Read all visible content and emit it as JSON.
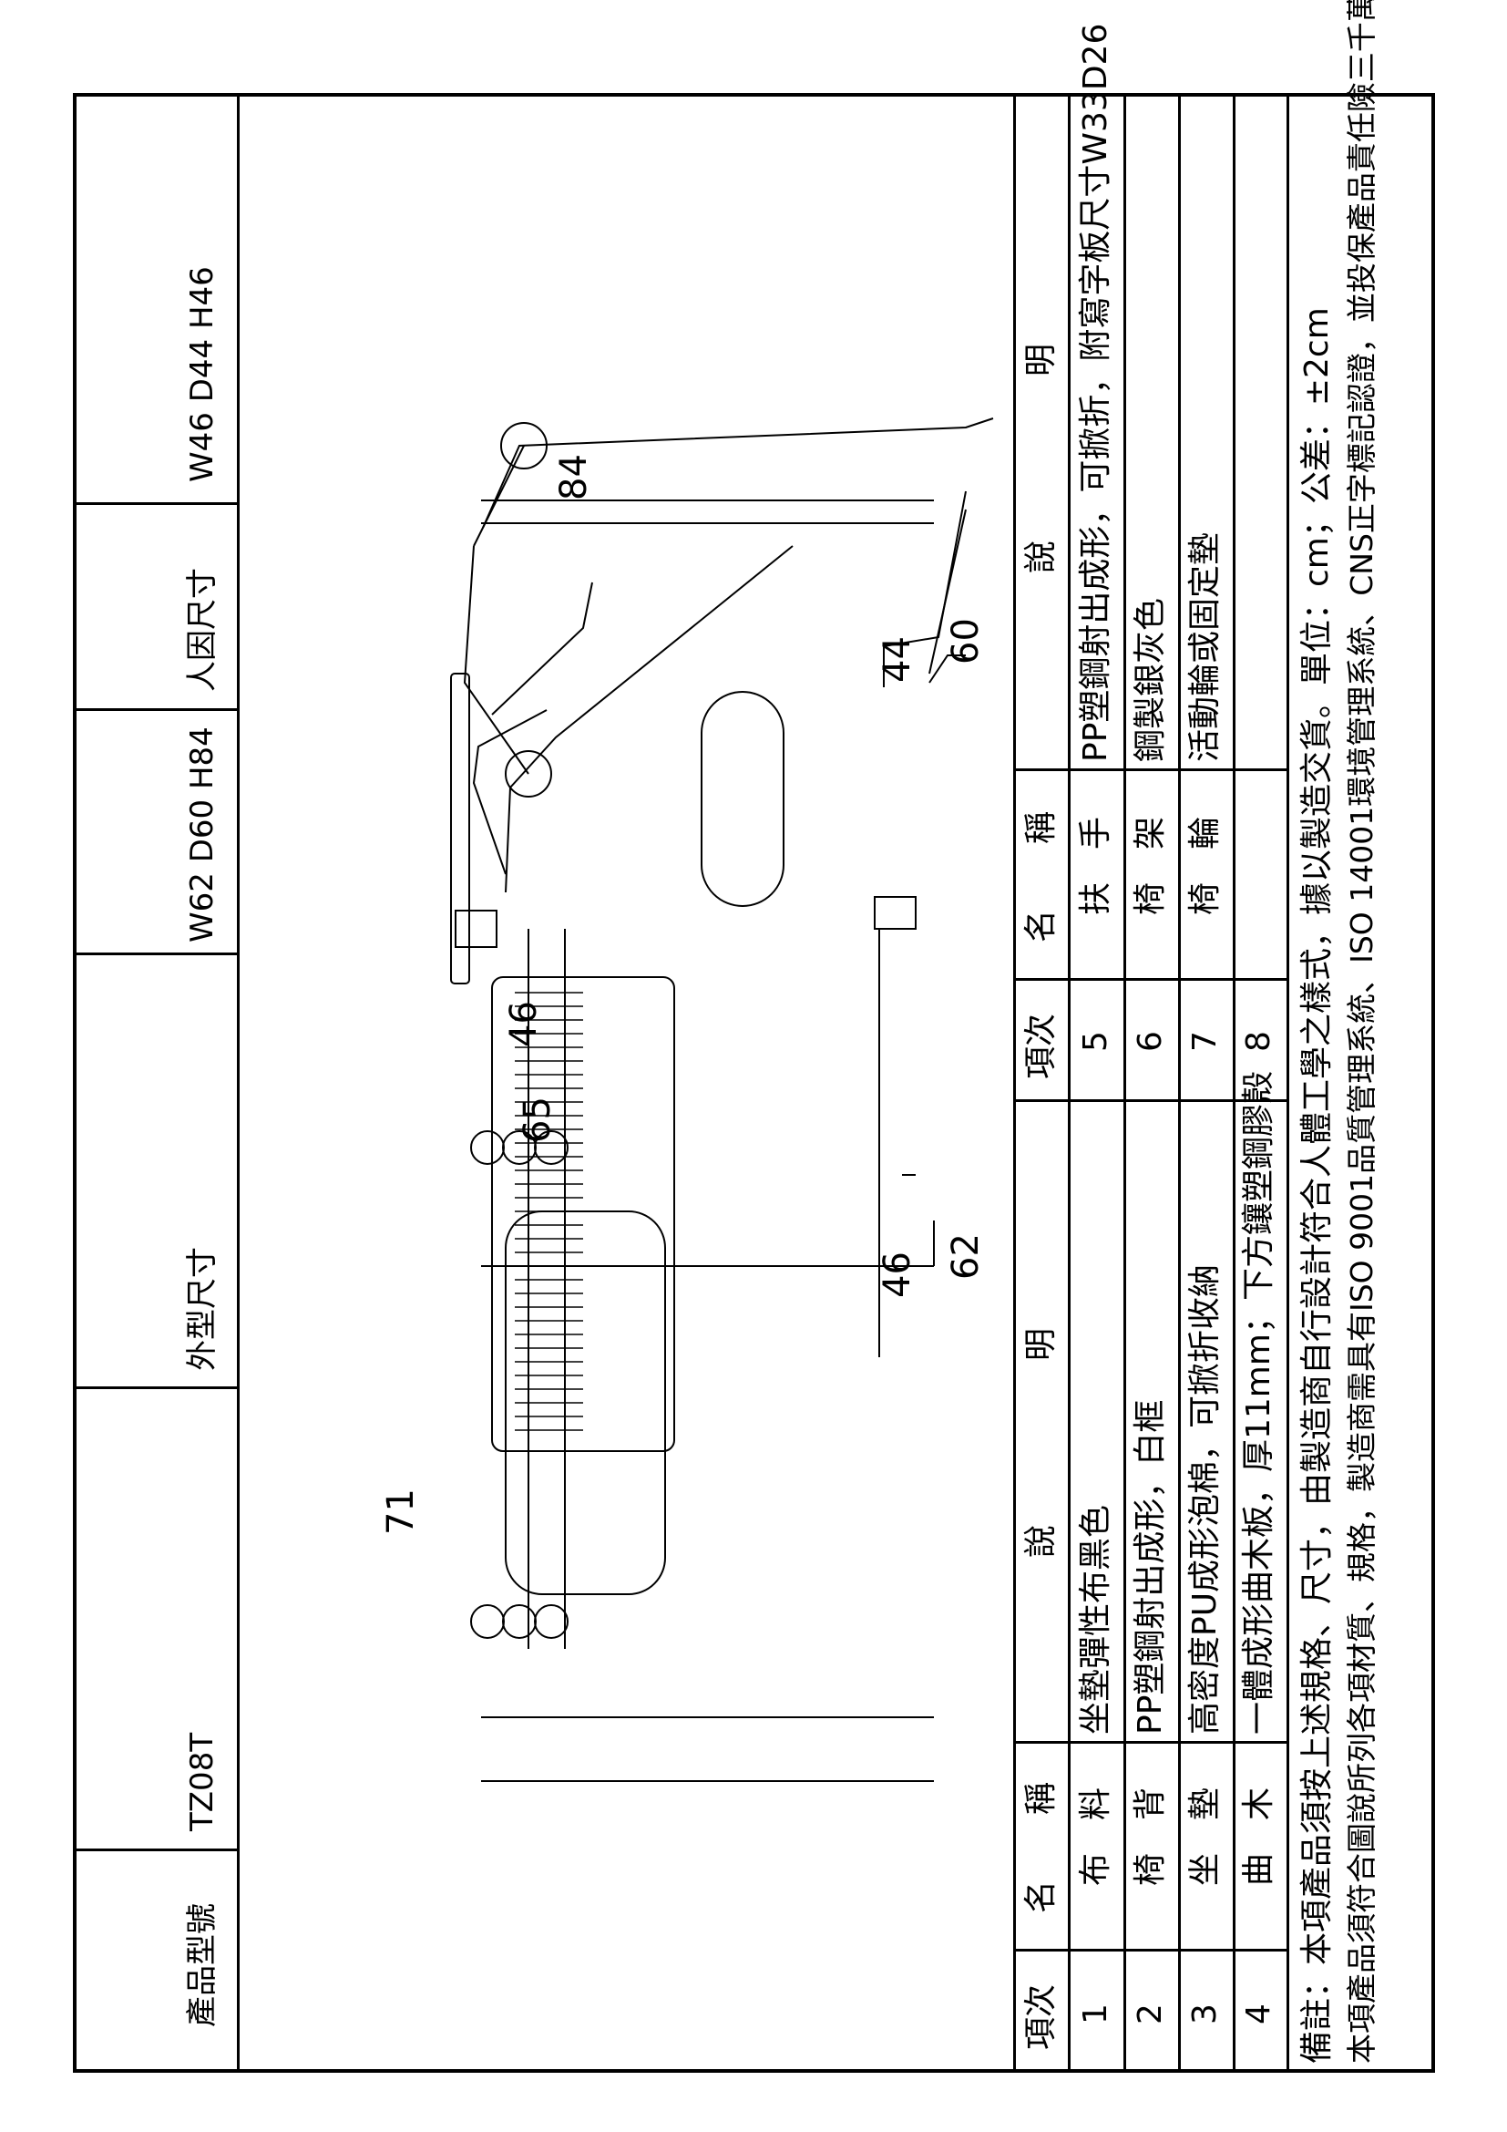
{
  "title_block": {
    "model_label": "產品型號",
    "model_value": "TZ08T",
    "outer_label": "外型尺寸",
    "outer_value": "W62 D60 H84",
    "seat_label": "人因尺寸",
    "seat_value": "W46 D44 H46"
  },
  "table": {
    "headers": {
      "no": "項次",
      "name": "名　　稱",
      "desc": "說　　　　　明"
    },
    "rows_left": [
      {
        "no": "1",
        "name": "布　料",
        "desc": "坐墊彈性布黑色"
      },
      {
        "no": "2",
        "name": "椅　背",
        "desc": "PP塑鋼射出成形，白框"
      },
      {
        "no": "3",
        "name": "坐　墊",
        "desc": "高密度PU成形泡棉，可掀折收納"
      },
      {
        "no": "4",
        "name": "曲　木",
        "desc": "一體成形曲木板，厚11mm；下方鑲塑鋼膠殼"
      }
    ],
    "rows_right": [
      {
        "no": "5",
        "name": "扶　手",
        "desc": "PP塑鋼射出成形，可掀折，附寫字板尺寸W33D26"
      },
      {
        "no": "6",
        "name": "椅　架",
        "desc": "鋼製銀灰色"
      },
      {
        "no": "7",
        "name": "椅　輪",
        "desc": "活動輪或固定墊"
      },
      {
        "no": "8",
        "name": "",
        "desc": ""
      }
    ]
  },
  "notes": {
    "line1": "備註：本項產品須按上述規格、尺寸，由製造商自行設計符合人體工學之樣式，據以製造交貨。單位：cm；公差：±2cm",
    "line2": "本項產品須符合圖說所列各項材質、規格，製造商需具有ISO 9001品質管理系統、ISO 14001環境管理系統、CNS正字標記認證，並投保產品責任險三千萬"
  },
  "dimensions": {
    "top_width": "71",
    "top_depth_outer": "62",
    "top_depth_inner": "46",
    "front_seat_width": "46",
    "front_total_width": "65",
    "side_height_outer": "60",
    "side_height_inner": "44",
    "side_length": "84"
  }
}
